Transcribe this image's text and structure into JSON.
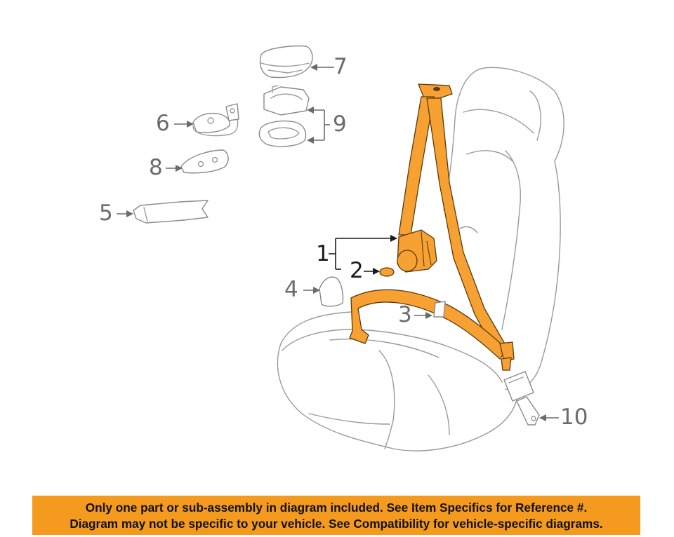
{
  "callouts": {
    "c1": "1",
    "c2": "2",
    "c3": "3",
    "c4": "4",
    "c5": "5",
    "c6": "6",
    "c7": "7",
    "c8": "8",
    "c9": "9",
    "c10": "10"
  },
  "banner": {
    "line1": "Only one part or sub-assembly in diagram included. See Item Specifics for Reference #.",
    "line2": "Diagram may not be specific to your vehicle. See Compatibility for vehicle-specific diagrams."
  },
  "colors": {
    "belt": "#f7a132",
    "banner": "#f49a1e",
    "outline": "#9a9a9a"
  }
}
